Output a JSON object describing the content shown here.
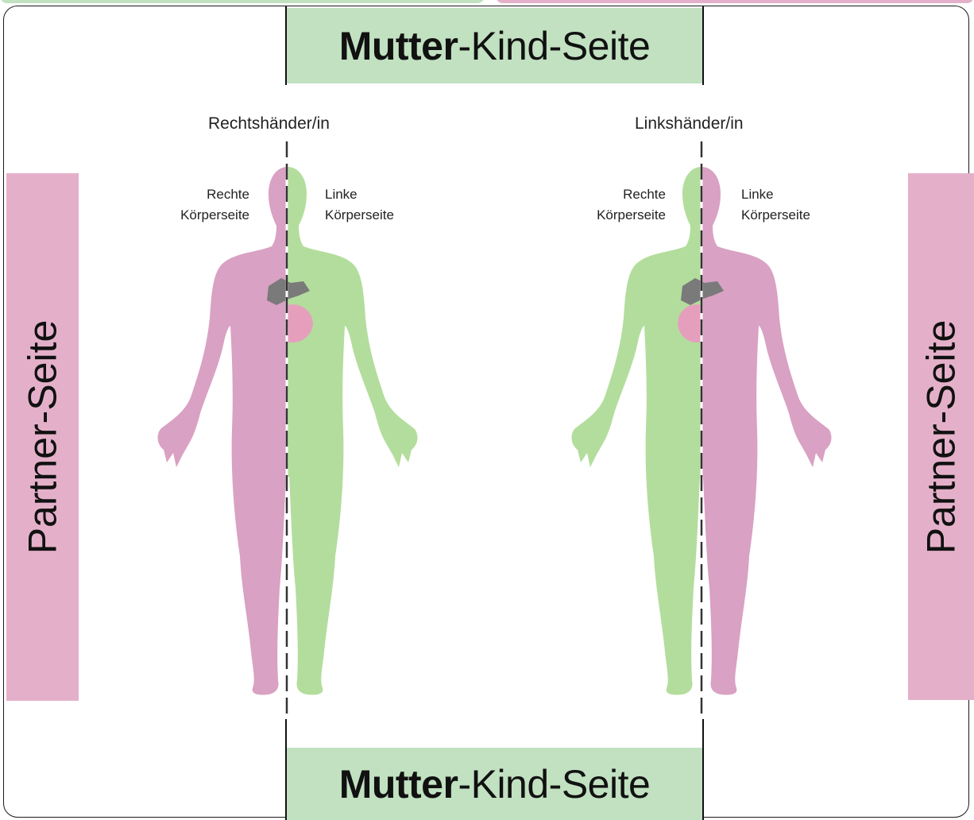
{
  "top_banner": {
    "mother_child": "Mutter",
    "mother_child_rest1": "-Kind-Seite"
  },
  "bottom_banner": {
    "mother_child": "Mutter",
    "mother_child_rest1": "-Kind-Seite"
  },
  "partner_left": "Partner-Seite",
  "partner_right": "Partner-Seite",
  "figures": [
    {
      "heading": "Rechtshänder/in",
      "right_side": [
        "Rechte",
        "Körperseite"
      ],
      "left_side": [
        "Linke",
        "Körperseite"
      ],
      "right_body_color": "#d9a1c3",
      "left_body_color": "#b3dd9c"
    },
    {
      "heading": "Linkshänder/in",
      "right_side": [
        "Rechte",
        "Körperseite"
      ],
      "left_side": [
        "Linke",
        "Körperseite"
      ],
      "right_body_color": "#b3dd9c",
      "left_body_color": "#d9a1c3"
    }
  ],
  "colors": {
    "mother_child_green": "#c1e1c1",
    "partner_pink": "#e4b0c9",
    "frame": "#1a1a1a",
    "heart": "#e59fbd",
    "organs": "#7a7a7a"
  }
}
